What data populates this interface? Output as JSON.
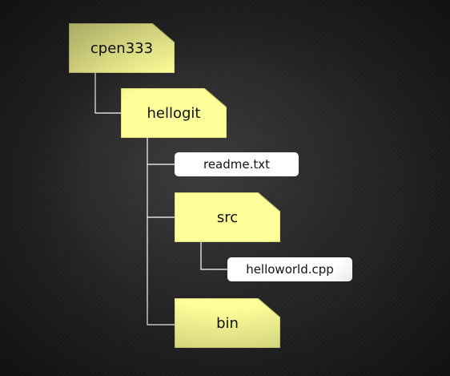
{
  "colors": {
    "folder_fill": "#ffff99",
    "folder_stroke": "#bdbd6a",
    "file_fill": "#ffffff",
    "connector": "#ffffff",
    "background": "#262626"
  },
  "tree": {
    "root": {
      "label": "cpen333",
      "type": "folder",
      "children": {
        "hellogit": {
          "label": "hellogit",
          "type": "folder",
          "children": {
            "readme": {
              "label": "readme.txt",
              "type": "file"
            },
            "src": {
              "label": "src",
              "type": "folder",
              "children": {
                "helloworld": {
                  "label": "helloworld.cpp",
                  "type": "file"
                }
              }
            },
            "bin": {
              "label": "bin",
              "type": "folder"
            }
          }
        }
      }
    }
  }
}
